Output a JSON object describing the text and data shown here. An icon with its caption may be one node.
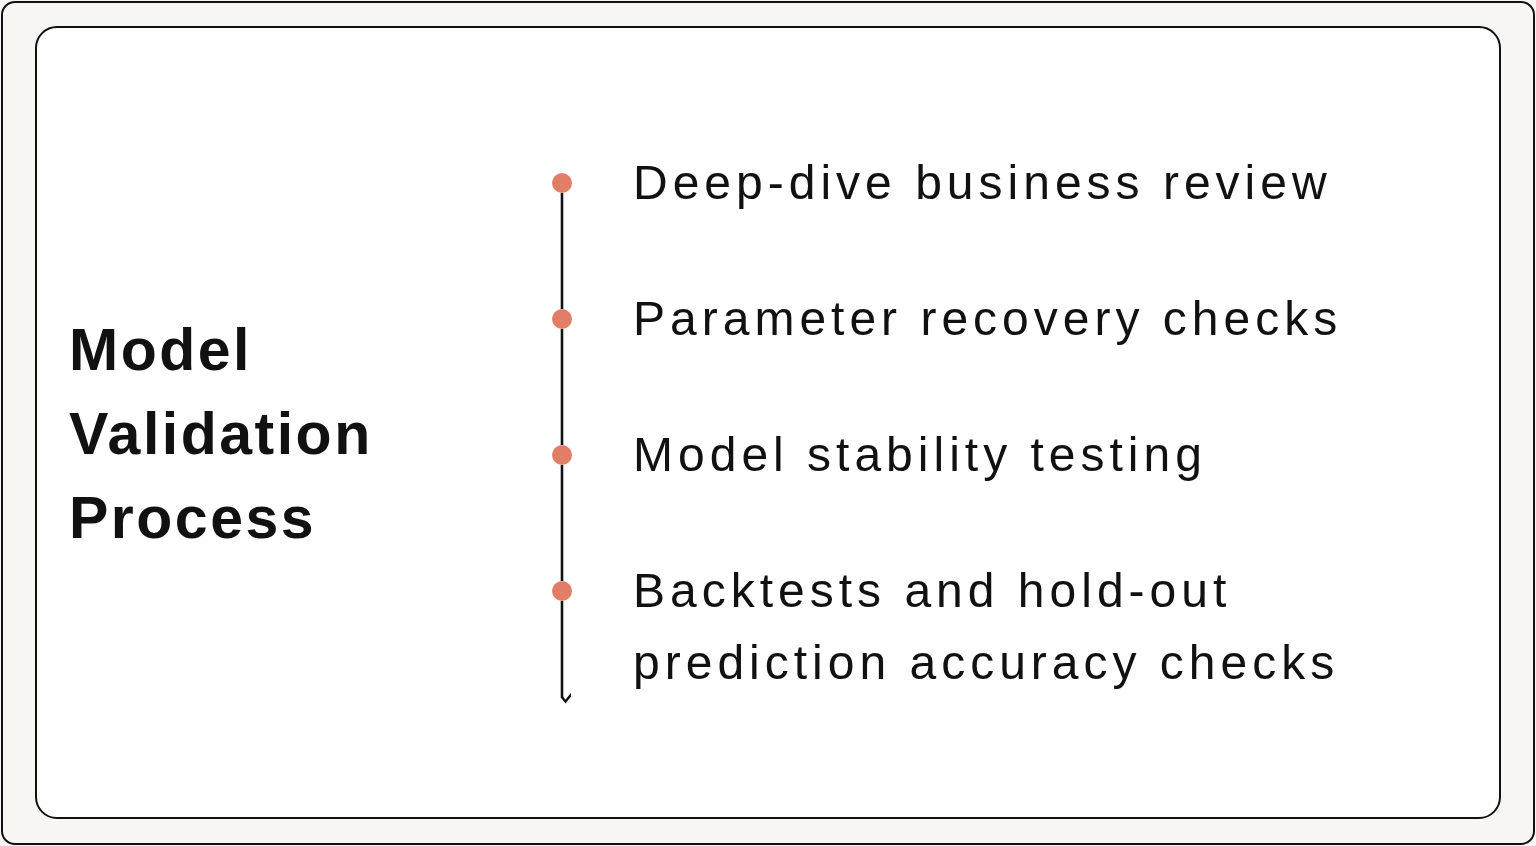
{
  "diagram": {
    "title": "Model Validation Process",
    "nodes": [
      {
        "text": [],
        "shape": "circle",
        "beside": [
          "Deep-dive business review"
        ]
      },
      {
        "text": [],
        "shape": "circle",
        "beside": [
          "Parameter recovery checks"
        ]
      },
      {
        "text": [],
        "shape": "circle",
        "beside": [
          "Model stability testing"
        ]
      },
      {
        "text": [],
        "shape": "circle",
        "beside": [
          "Backtests and hold-out prediction accuracy checks"
        ]
      }
    ],
    "edges": [
      {
        "from": 0,
        "to": 1,
        "arrow": "none"
      },
      {
        "from": 1,
        "to": 2,
        "arrow": "none"
      },
      {
        "from": 2,
        "to": 3,
        "arrow": "none"
      },
      {
        "from": 3,
        "to": null,
        "arrow": "to"
      }
    ]
  }
}
